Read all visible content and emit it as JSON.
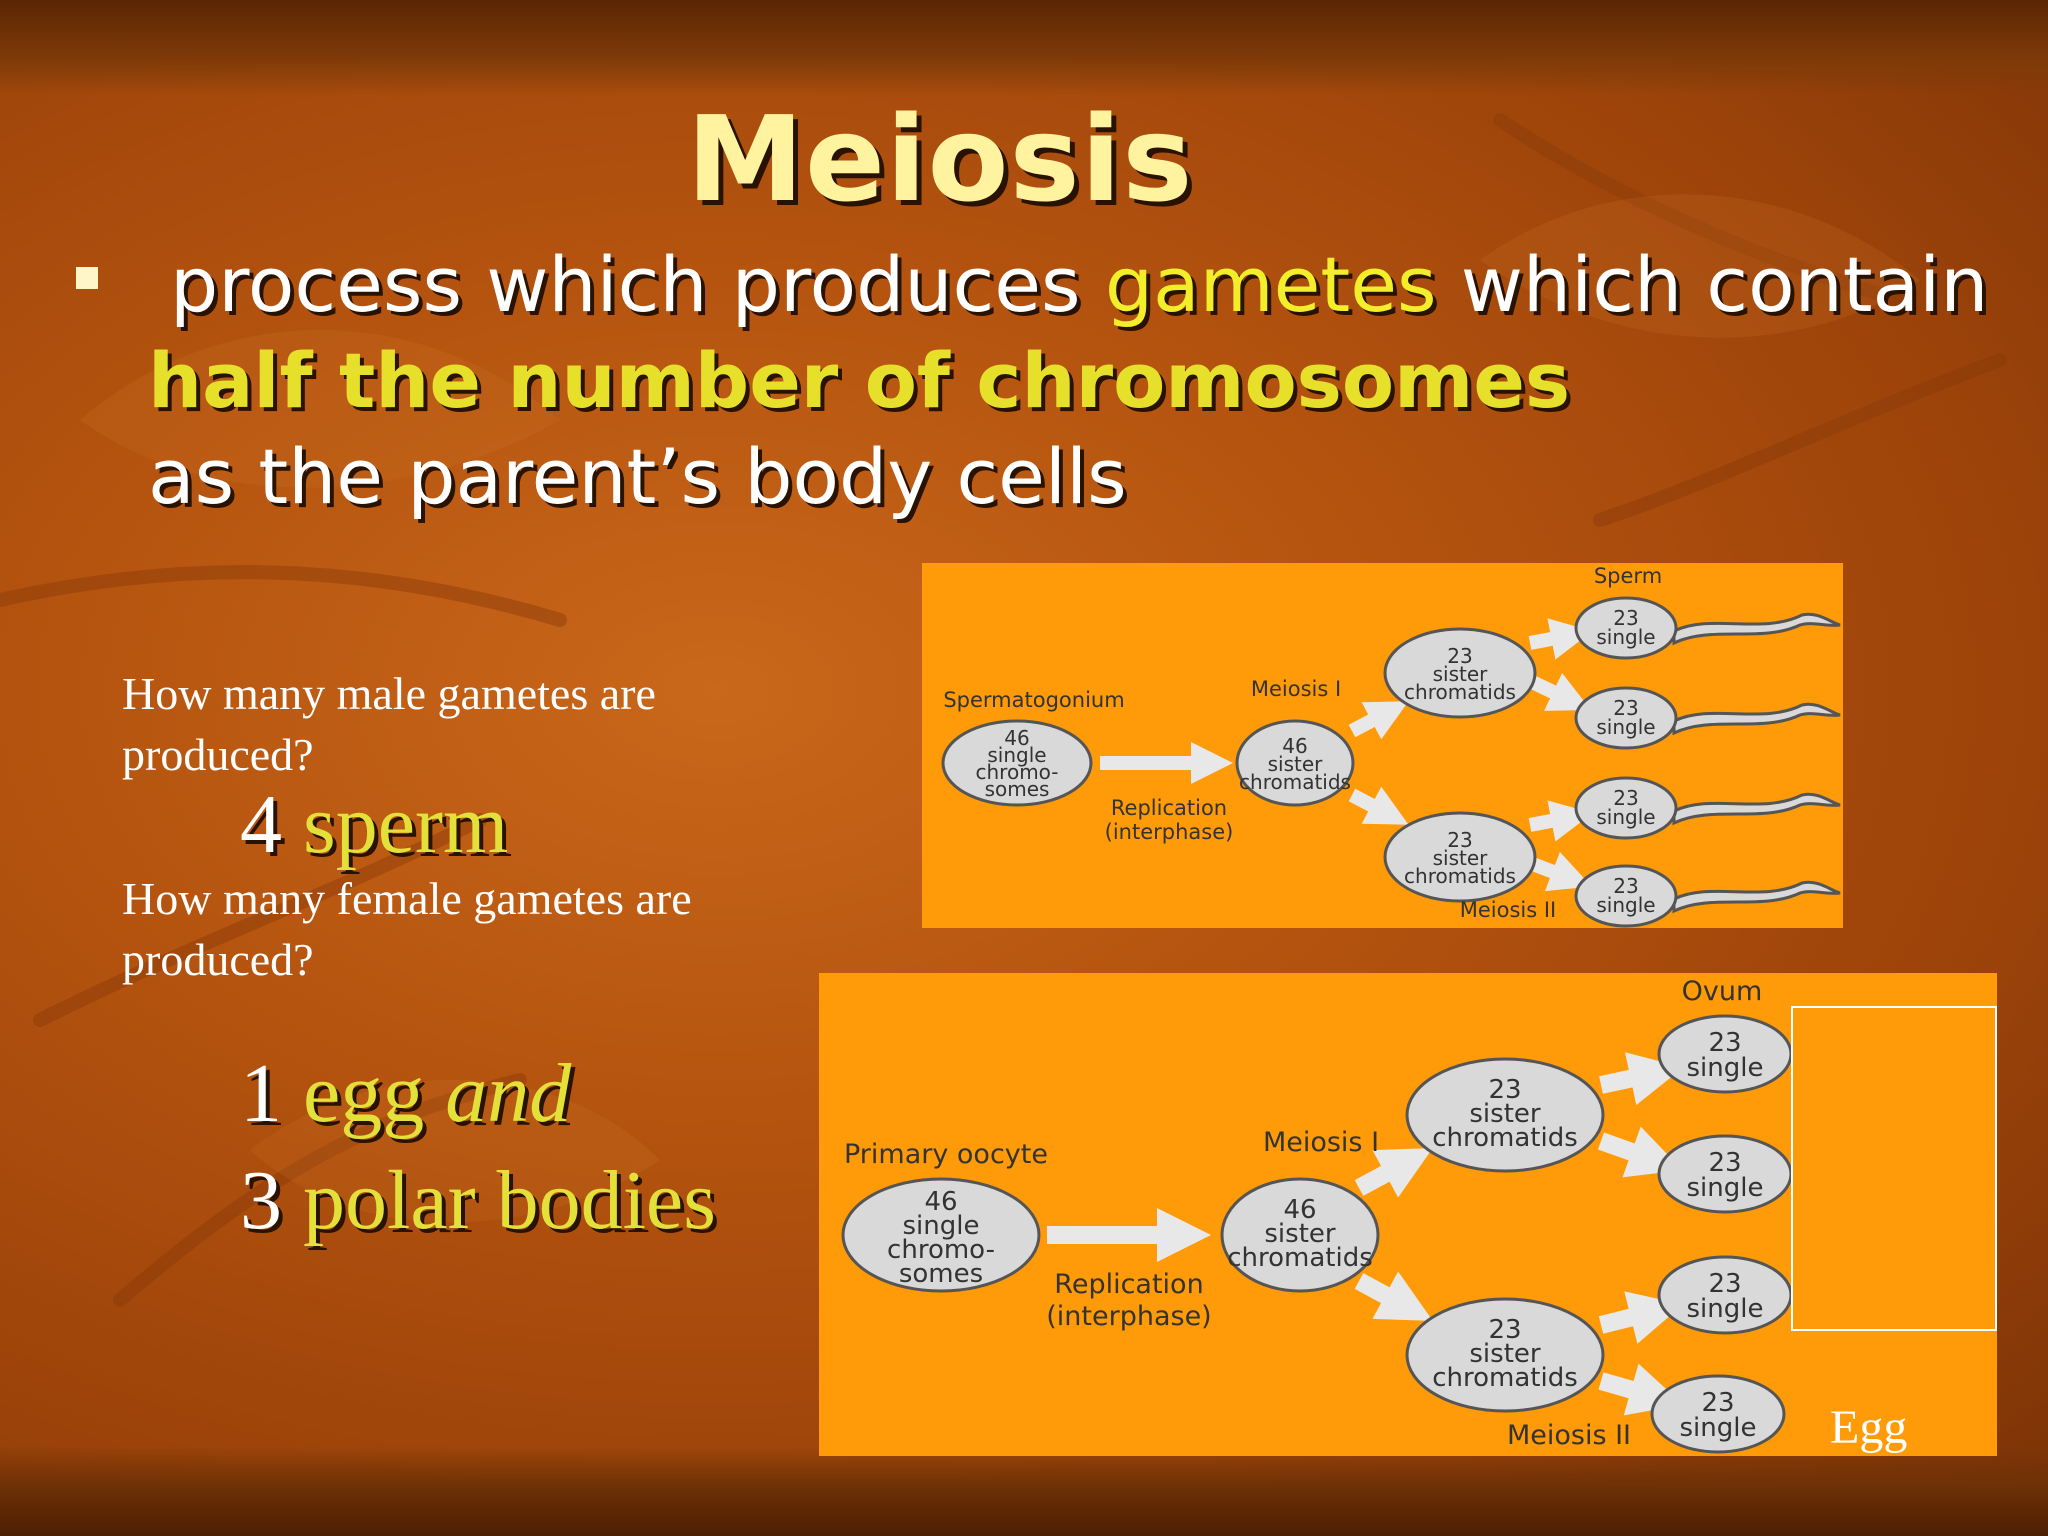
{
  "slide": {
    "title": "Meiosis",
    "bullet": {
      "line1_part1": "process which produces",
      "line1_highlight": "gametes",
      "line1_part2": "which contain",
      "line2_highlight": "half the number of chromosomes",
      "line3": "as the parent’s body cells"
    },
    "male_question": {
      "line1": "How many male gametes are",
      "line2": "produced?"
    },
    "male_answer": {
      "number": "4",
      "word": "sperm"
    },
    "female_question": {
      "line1": "How many female gametes are",
      "line2": "produced?"
    },
    "female_answer": {
      "line1_number": "1",
      "line1_word": "egg",
      "line1_conj": "and",
      "line2_number": "3",
      "line2_word": "polar bodies"
    }
  },
  "sperm_diagram": {
    "top_label": "Sperm",
    "start_label": "Spermatogonium",
    "start_cell": [
      "46",
      "single",
      "chromo-",
      "somes"
    ],
    "replication": [
      "Replication",
      "(interphase)"
    ],
    "mid_cell": [
      "46",
      "sister",
      "chromatids"
    ],
    "meiosis1": "Meiosis I",
    "meiosis2": "Meiosis II",
    "sister_cell": [
      "23",
      "sister",
      "chromatids"
    ],
    "single_cell": [
      "23",
      "single"
    ]
  },
  "egg_diagram": {
    "top_label": "Ovum",
    "start_label": "Primary oocyte",
    "start_cell": [
      "46",
      "single",
      "chromo-",
      "somes"
    ],
    "replication": [
      "Replication",
      "(interphase)"
    ],
    "mid_cell": [
      "46",
      "sister",
      "chromatids"
    ],
    "meiosis1": "Meiosis I",
    "meiosis2": "Meiosis II",
    "sister_cell": [
      "23",
      "sister",
      "chromatids"
    ],
    "single_cell": [
      "23",
      "single"
    ],
    "egg_label": "Egg"
  },
  "colors": {
    "title": "#fff3a0",
    "highlight": "#f2ee2a",
    "panel": "#ff9a08",
    "cell_fill": "#d9d9d9"
  }
}
